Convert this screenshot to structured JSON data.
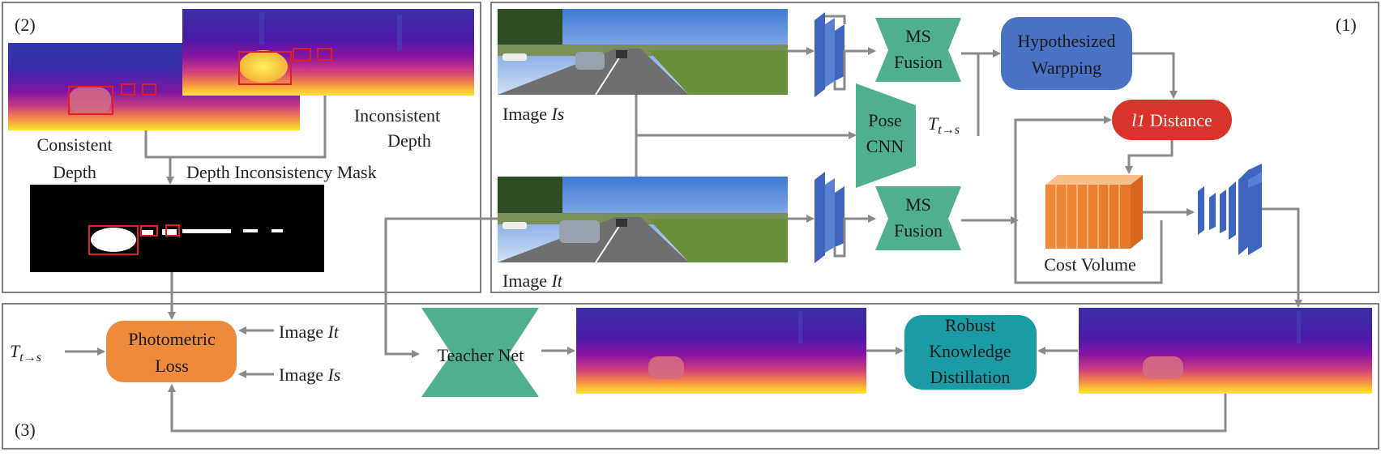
{
  "panels": {
    "pose": "(1)",
    "mask": "(2)",
    "distill": "(3)"
  },
  "pose_network": {
    "image_source": {
      "prefix": "Image ",
      "symbol": "Is"
    },
    "image_target": {
      "prefix": "Image ",
      "symbol": "It"
    },
    "ms_fusion_top": [
      "MS",
      "Fusion"
    ],
    "ms_fusion_bottom": [
      "MS",
      "Fusion"
    ],
    "pose_cnn": [
      "Pose",
      "CNN"
    ],
    "transform": {
      "base": "T",
      "subscript": "t→s"
    },
    "hypothesized_warping": [
      "Hypothesized",
      "Warpping"
    ],
    "distance": {
      "symbol": "l1",
      "text": " Distance"
    },
    "cost_volume": "Cost Volume"
  },
  "mask_panel": {
    "consistent_depth": [
      "Consistent",
      "Depth"
    ],
    "inconsistent_depth": [
      "Inconsistent",
      "Depth"
    ],
    "mask_label": "Depth Inconsistency Mask"
  },
  "distill_panel": {
    "transform": {
      "base": "T",
      "subscript": "t→s"
    },
    "photometric_loss": [
      "Photometric",
      "Loss"
    ],
    "image_target": {
      "prefix": "Image ",
      "symbol": "It"
    },
    "image_source": {
      "prefix": "Image ",
      "symbol": "Is"
    },
    "teacher_net": "Teacher Net",
    "robust_kd": [
      "Robust",
      "Knowledge",
      "Distillation"
    ]
  },
  "colors": {
    "fusion": "#4faf8f",
    "warping": "#4a72c4",
    "distance": "#d8342b",
    "cost_volume": "#ee8a3c",
    "photometric_loss": "#ee8a3c",
    "robust_kd": "#1b9ba3",
    "encoder_blue": "#3f64c0",
    "arrow": "#8a8a8a"
  }
}
